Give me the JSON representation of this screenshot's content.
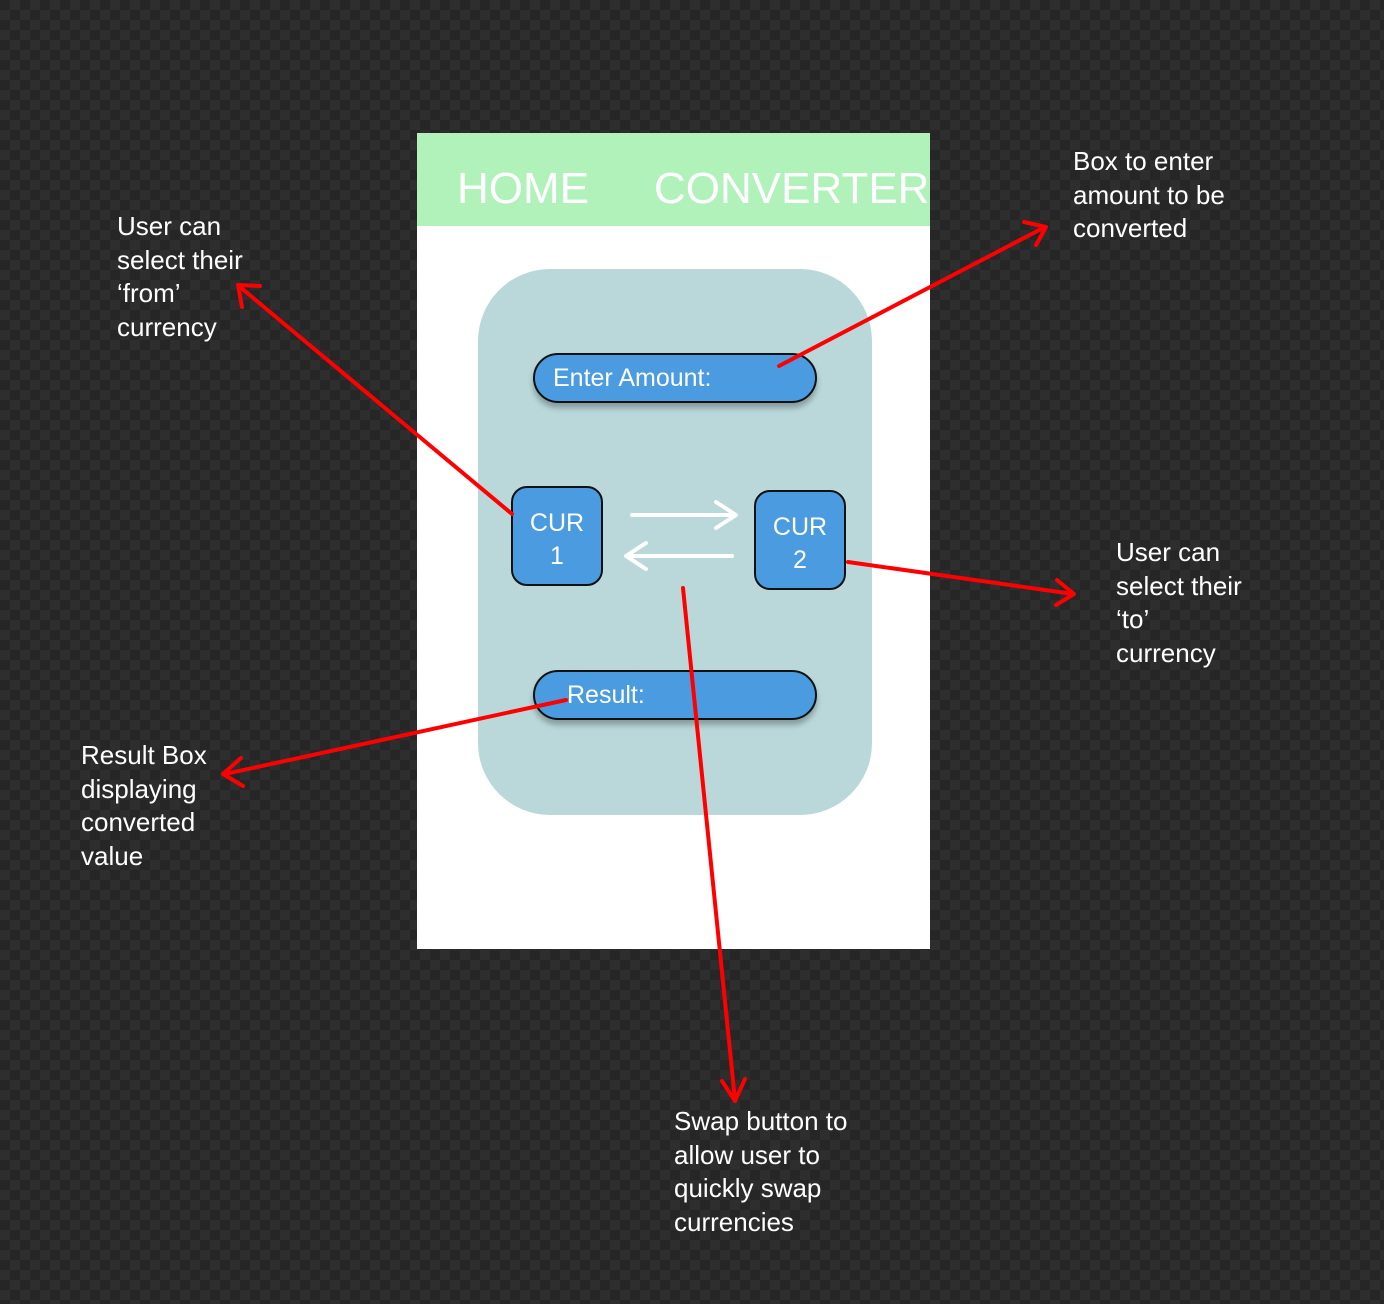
{
  "mockup": {
    "nav": {
      "home": "HOME",
      "converter": "CONVERTER"
    },
    "amount_box": {
      "label": "Enter Amount:"
    },
    "currency_from": {
      "line1": "CUR",
      "line2": "1"
    },
    "currency_to": {
      "line1": "CUR",
      "line2": "2"
    },
    "result_box": {
      "label": "Result:"
    }
  },
  "annotations": {
    "from_currency": [
      "User can",
      "select their",
      "‘from’",
      "currency"
    ],
    "amount_box": [
      "Box to enter",
      "amount to be",
      "converted"
    ],
    "to_currency": [
      "User can",
      "select their",
      "‘to’",
      "currency"
    ],
    "result_box": [
      "Result Box",
      "displaying",
      "converted",
      "value"
    ],
    "swap_button": [
      "Swap button to",
      "allow user to",
      "quickly swap",
      "currencies"
    ]
  },
  "colors": {
    "background": "#262626",
    "navbar": "#b1f2bb",
    "card": "#bad8da",
    "controls": "#4a9be0",
    "arrows": "#ff0000"
  }
}
